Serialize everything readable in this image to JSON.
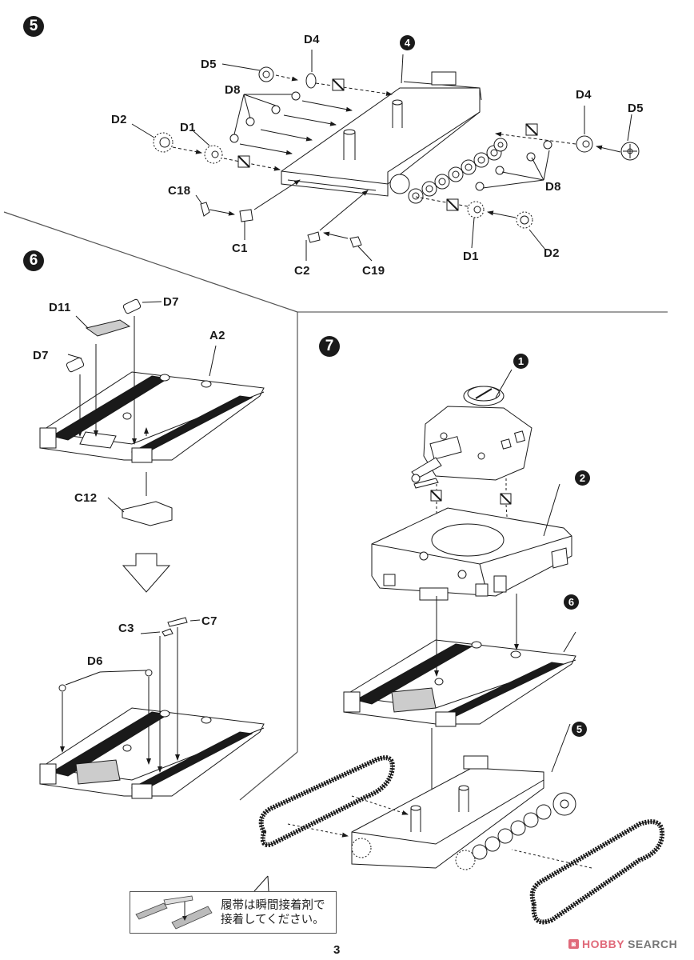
{
  "page": {
    "page_number": "3",
    "watermark": {
      "icon": "hobby-search-logo-icon",
      "brand_part1": "HOBBY",
      "brand_part2": "SEARCH",
      "color": "#e06a7a"
    }
  },
  "steps": [
    {
      "number": "5",
      "title_badge": "5",
      "subassembly_ref": "4",
      "part_labels": [
        "D5",
        "D4",
        "D8",
        "D2",
        "D1",
        "C18",
        "C1",
        "C2",
        "C19",
        "D4",
        "D5",
        "D8",
        "D1",
        "D2"
      ],
      "symbols": [
        "no-glue-icon",
        "no-glue-icon",
        "no-glue-icon",
        "no-glue-icon"
      ]
    },
    {
      "number": "6",
      "title_badge": "6",
      "part_labels_upper": [
        "D11",
        "D7",
        "D7",
        "A2",
        "C12"
      ],
      "part_labels_lower": [
        "C3",
        "C7",
        "D6"
      ],
      "transition_arrow": "down-arrow-icon"
    },
    {
      "number": "7",
      "title_badge": "7",
      "subassembly_refs": [
        "1",
        "2",
        "6",
        "5"
      ],
      "symbols": [
        "no-glue-icon",
        "no-glue-icon"
      ]
    }
  ],
  "note": {
    "line1": "履帯は瞬間接着剤で",
    "line2": "接着してください。"
  }
}
